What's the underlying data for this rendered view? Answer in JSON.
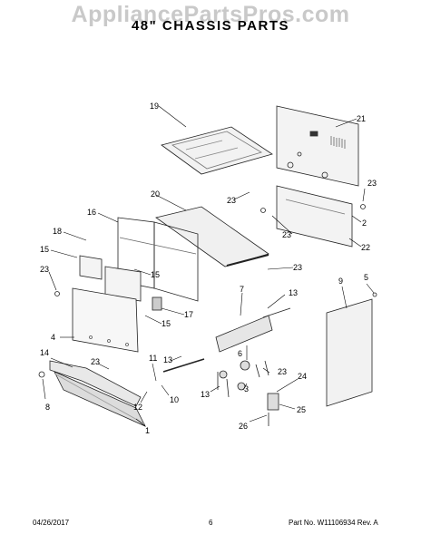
{
  "watermark": "AppliancePartsPros.com",
  "title": "48\" CHASSIS PARTS",
  "callouts": {
    "c19": "19",
    "c21": "21",
    "c20": "20",
    "c23a": "23",
    "c23b": "23",
    "c2": "2",
    "c23c": "23",
    "c22": "22",
    "c16": "16",
    "c18": "18",
    "c15a": "15",
    "c23d": "23",
    "c23e": "23",
    "c4": "4",
    "c15b": "15",
    "c17": "17",
    "c7": "7",
    "c13a": "13",
    "c9": "9",
    "c5": "5",
    "c6": "6",
    "c14": "14",
    "c11": "11",
    "c13b": "13",
    "c23f": "23",
    "c23g": "23",
    "c8": "8",
    "c10": "10",
    "c12": "12",
    "c13c": "13",
    "c3": "3",
    "c24": "24",
    "c1": "1",
    "c25": "25",
    "c26": "26"
  },
  "footer": {
    "date": "04/26/2017",
    "page": "6",
    "part_no": "Part No. W11106934  Rev. A"
  }
}
